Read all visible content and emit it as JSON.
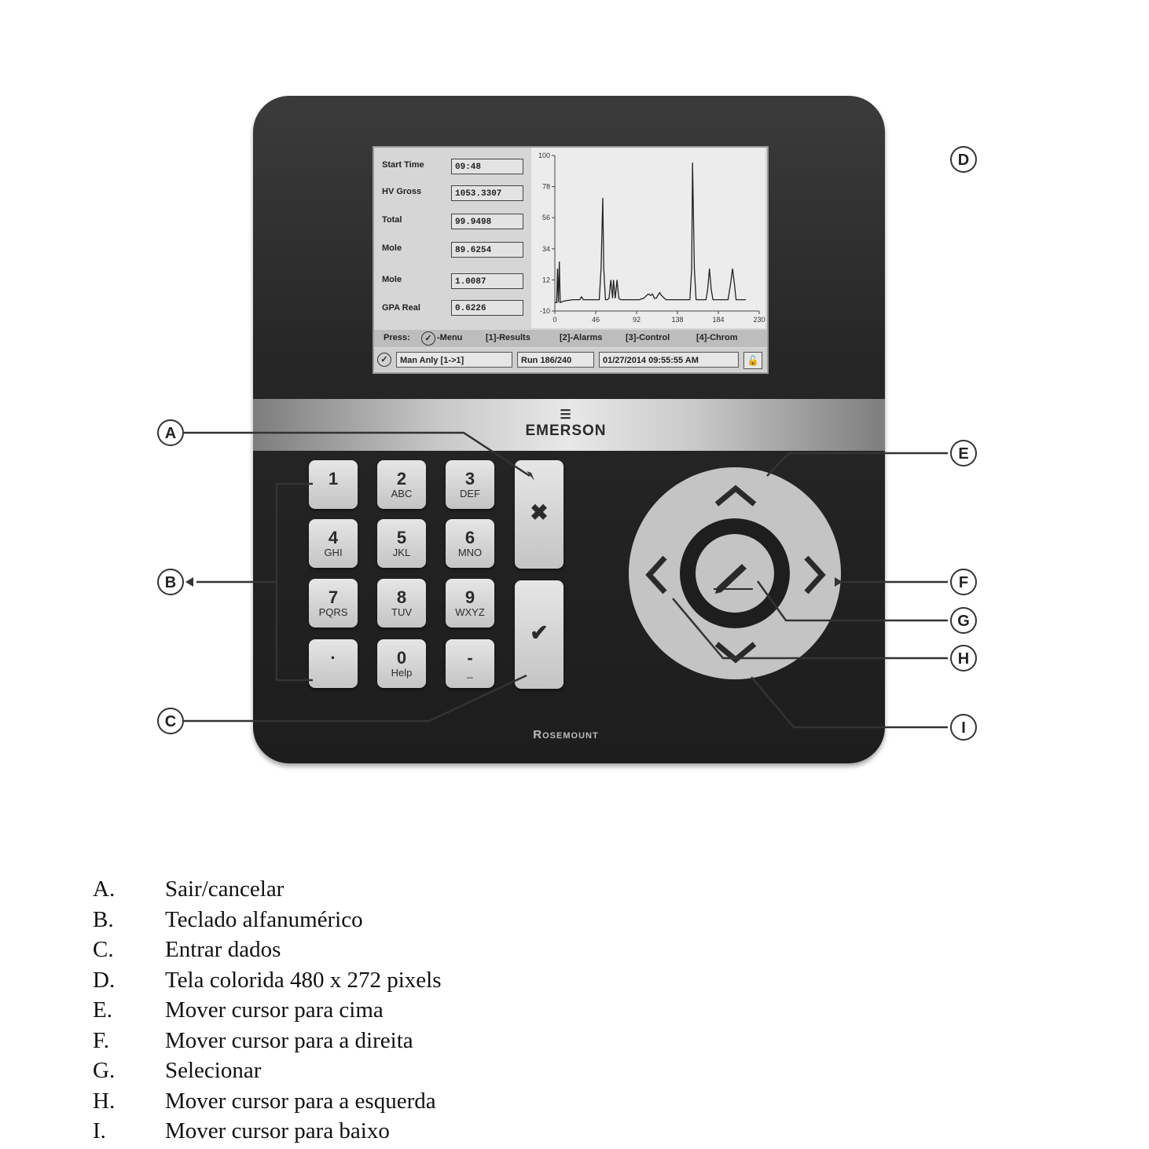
{
  "screen": {
    "fields": [
      {
        "label": "Start Time",
        "value": "09:48"
      },
      {
        "label": "HV Gross",
        "value": "1053.3307"
      },
      {
        "label": "Total",
        "value": "99.9498"
      },
      {
        "label": "Mole",
        "value": "89.6254"
      },
      {
        "label": "Mole",
        "value": "1.0087"
      },
      {
        "label": "GPA Real",
        "value": "0.6226"
      }
    ],
    "press_bar": {
      "prefix": "Press:",
      "items": [
        "-Menu",
        "[1]-Results",
        "[2]-Alarms",
        "[3]-Control",
        "[4]-Chrom"
      ]
    },
    "status_bar": {
      "mode": "Man Anly [1->1]",
      "run": "Run 186/240",
      "datetime": "01/27/2014 09:55:55 AM"
    }
  },
  "chart_data": {
    "type": "line",
    "title": "",
    "xlabel": "",
    "ylabel": "",
    "xlim": [
      0,
      230
    ],
    "ylim": [
      -10,
      100
    ],
    "x_ticks": [
      0,
      46,
      92,
      138,
      184,
      230
    ],
    "y_ticks": [
      100,
      78,
      56,
      34,
      12,
      -10
    ],
    "series": [
      {
        "x": [
          0,
          2,
          3,
          4,
          5,
          6,
          10,
          20,
          28,
          30,
          32,
          40,
          50,
          52,
          54,
          55,
          57,
          59,
          61,
          63,
          65,
          66,
          68,
          70,
          72,
          74,
          75,
          77,
          79,
          80,
          82,
          84,
          86,
          88,
          90,
          95,
          100,
          105,
          108,
          110,
          112,
          114,
          116,
          118,
          120,
          125,
          130,
          140,
          150,
          152,
          154,
          155,
          157,
          159,
          162,
          165,
          170,
          172,
          174,
          176,
          178,
          180,
          185,
          190,
          195,
          198,
          200,
          202,
          204,
          206,
          210,
          215
        ],
        "y": [
          -4,
          -4,
          20,
          -4,
          25,
          -4,
          -3,
          -2,
          -2,
          0,
          -2,
          -2,
          -2,
          20,
          70,
          20,
          -2,
          -2,
          -1,
          12,
          -1,
          12,
          -1,
          12,
          -1,
          -2,
          -2,
          -2,
          -2,
          -2,
          -2,
          -2,
          -2,
          -2,
          -2,
          -2,
          -1,
          2,
          1,
          2,
          -1,
          -1,
          1,
          3,
          1,
          -2,
          -2,
          -2,
          -2,
          -2,
          20,
          95,
          20,
          -2,
          -2,
          -2,
          -2,
          5,
          20,
          5,
          -2,
          -2,
          -2,
          -2,
          -2,
          10,
          20,
          10,
          -2,
          -2,
          -2,
          -2
        ]
      }
    ]
  },
  "device": {
    "brand_top": "EMERSON",
    "brand_bottom": "Rosemount"
  },
  "keypad": [
    {
      "num": "1",
      "sub": ""
    },
    {
      "num": "2",
      "sub": "ABC"
    },
    {
      "num": "3",
      "sub": "DEF"
    },
    {
      "num": "4",
      "sub": "GHI"
    },
    {
      "num": "5",
      "sub": "JKL"
    },
    {
      "num": "6",
      "sub": "MNO"
    },
    {
      "num": "7",
      "sub": "PQRS"
    },
    {
      "num": "8",
      "sub": "TUV"
    },
    {
      "num": "9",
      "sub": "WXYZ"
    },
    {
      "num": "·",
      "sub": ""
    },
    {
      "num": "0",
      "sub": "Help"
    },
    {
      "num": "-",
      "sub": "_"
    }
  ],
  "callouts": [
    "A",
    "B",
    "C",
    "D",
    "E",
    "F",
    "G",
    "H",
    "I"
  ],
  "legend": [
    {
      "letter": "A.",
      "text": "Sair/cancelar"
    },
    {
      "letter": "B.",
      "text": "Teclado alfanumérico"
    },
    {
      "letter": "C.",
      "text": "Entrar dados"
    },
    {
      "letter": "D.",
      "text": "Tela colorida 480 x 272 pixels"
    },
    {
      "letter": "E.",
      "text": "Mover cursor para cima"
    },
    {
      "letter": "F.",
      "text": "Mover cursor para a direita"
    },
    {
      "letter": "G.",
      "text": "Selecionar"
    },
    {
      "letter": "H.",
      "text": "Mover cursor para a esquerda"
    },
    {
      "letter": "I.",
      "text": "Mover cursor para baixo"
    }
  ]
}
